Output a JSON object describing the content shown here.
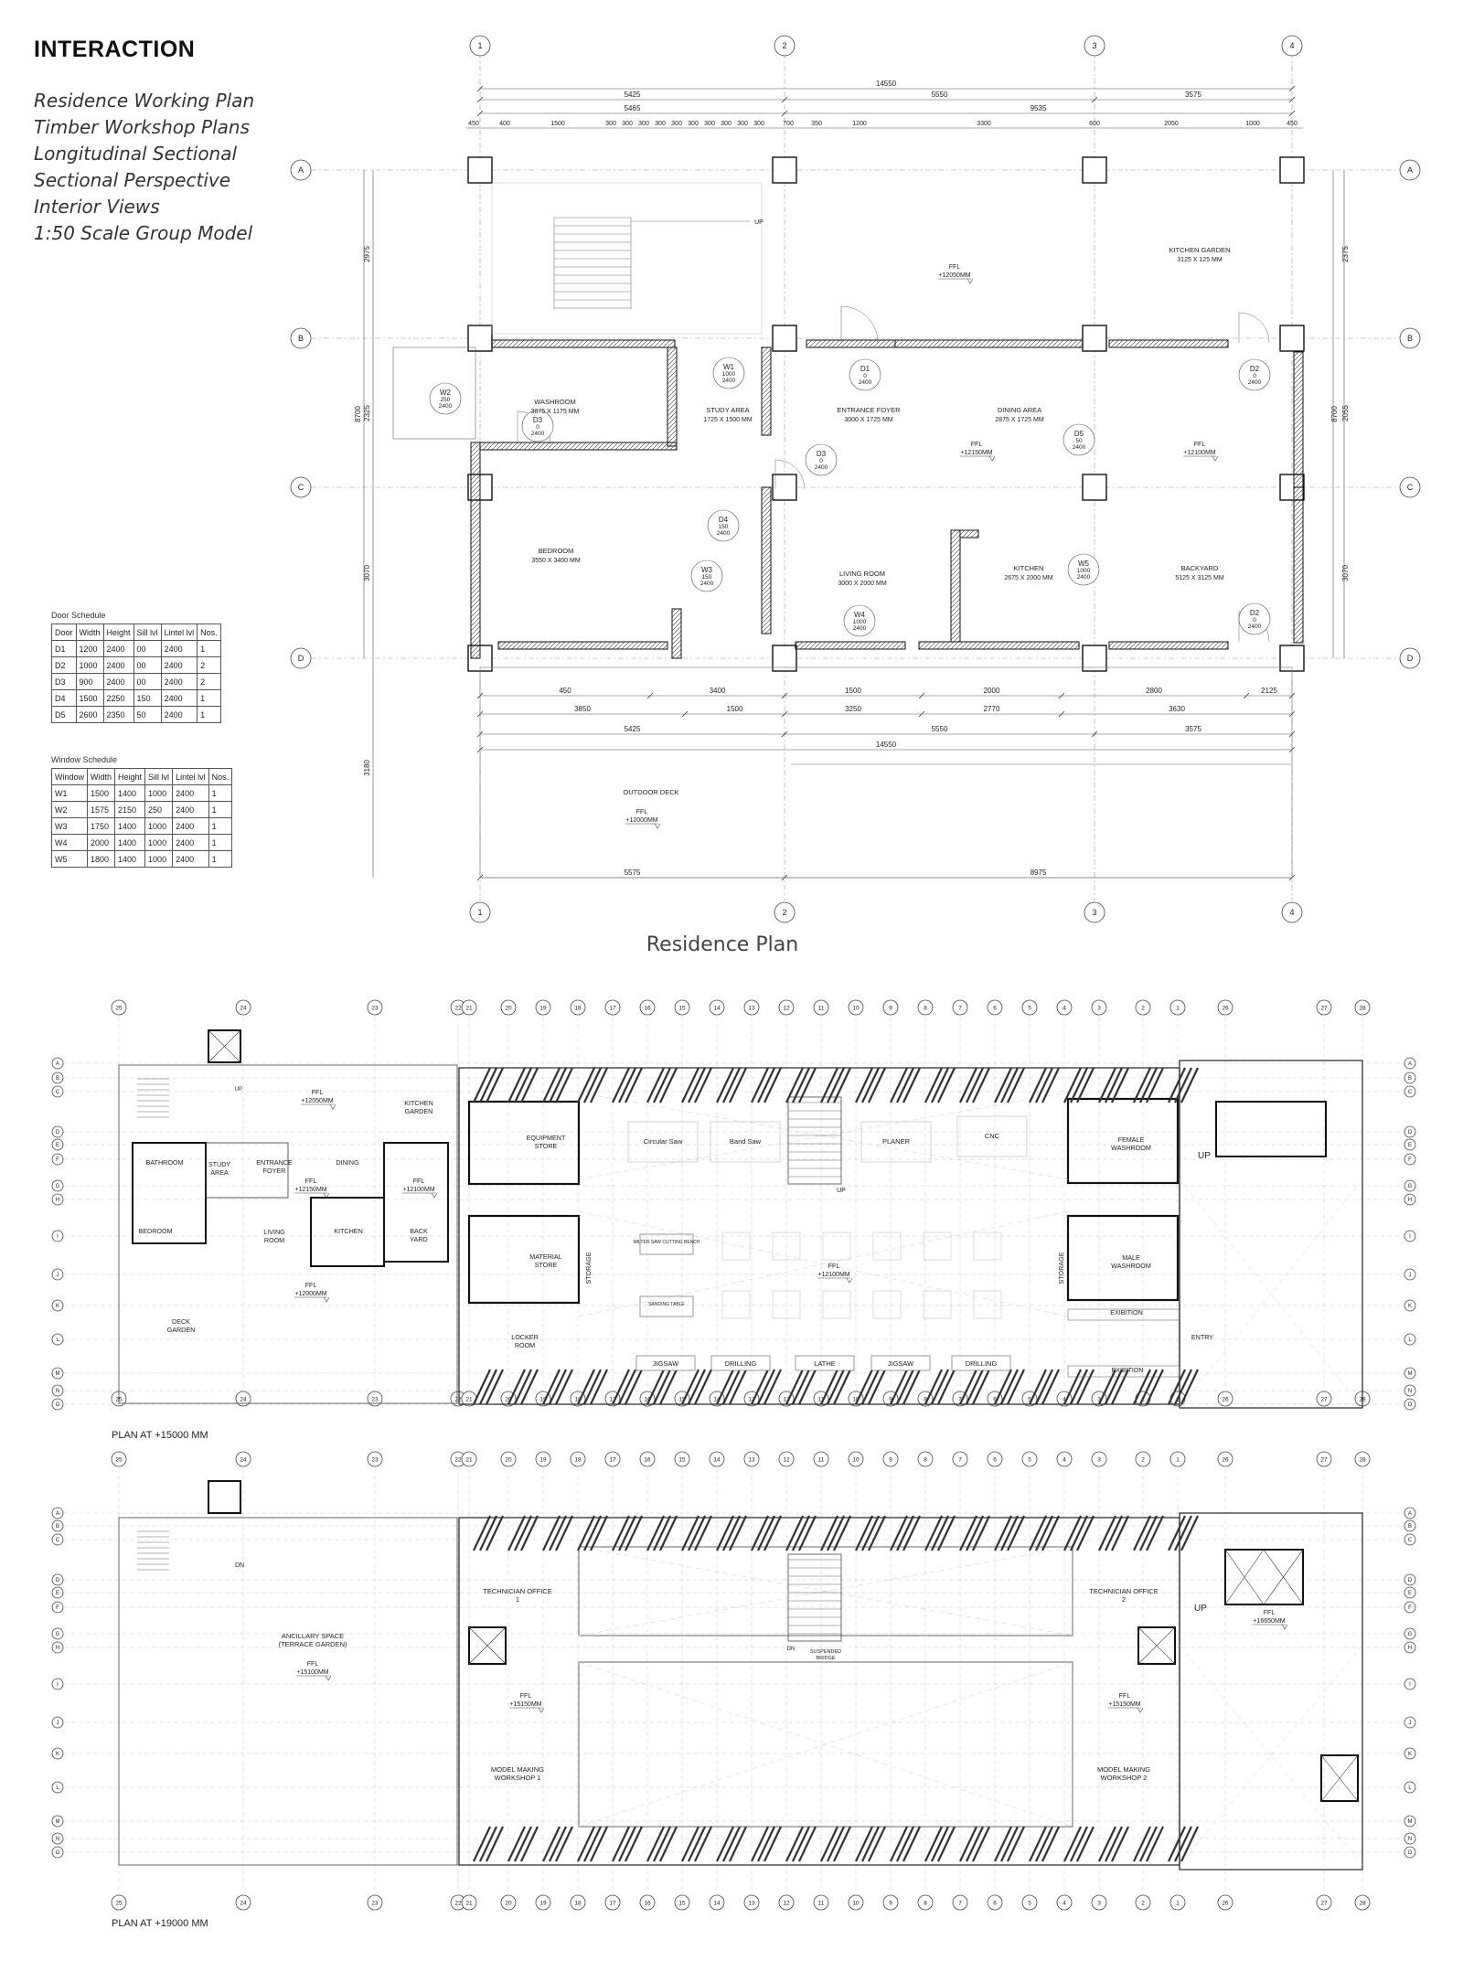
{
  "header": {
    "title": "INTERACTION"
  },
  "menu": {
    "items": [
      "Residence Working Plan",
      "Timber Workshop Plans",
      "Longitudinal Sectional",
      "Sectional Perspective",
      "Interior Views",
      "1:50 Scale Group Model"
    ]
  },
  "door_schedule": {
    "title": "Door Schedule",
    "headers": [
      "Door",
      "Width",
      "Height",
      "Sill lvl",
      "Lintel lvl",
      "Nos."
    ],
    "rows": [
      [
        "D1",
        "1200",
        "2400",
        "00",
        "2400",
        "1"
      ],
      [
        "D2",
        "1000",
        "2400",
        "00",
        "2400",
        "2"
      ],
      [
        "D3",
        "900",
        "2400",
        "00",
        "2400",
        "2"
      ],
      [
        "D4",
        "1500",
        "2250",
        "150",
        "2400",
        "1"
      ],
      [
        "D5",
        "2600",
        "2350",
        "50",
        "2400",
        "1"
      ]
    ]
  },
  "window_schedule": {
    "title": "Window Schedule",
    "headers": [
      "Window",
      "Width",
      "Height",
      "Sill lvl",
      "Lintel lvl",
      "Nos."
    ],
    "rows": [
      [
        "W1",
        "1500",
        "1400",
        "1000",
        "2400",
        "1"
      ],
      [
        "W2",
        "1575",
        "2150",
        "250",
        "2400",
        "1"
      ],
      [
        "W3",
        "1750",
        "1400",
        "1000",
        "2400",
        "1"
      ],
      [
        "W4",
        "2000",
        "1400",
        "1000",
        "2400",
        "1"
      ],
      [
        "W5",
        "1800",
        "1400",
        "1000",
        "2400",
        "1"
      ]
    ]
  },
  "residence_plan": {
    "caption": "Residence Plan",
    "col_grid": [
      "1",
      "2",
      "3",
      "4"
    ],
    "row_grid": [
      "A",
      "B",
      "C",
      "D"
    ],
    "top_dims": [
      "14550",
      "5425",
      "5550",
      "3575",
      "5465",
      "9535"
    ],
    "bottom_dims": [
      "3850",
      "1500",
      "3250",
      "2770",
      "3630",
      "14550",
      "5575",
      "8975"
    ],
    "left_dims": [
      "8700",
      "2975",
      "2325",
      "3070",
      "3180"
    ],
    "rooms": [
      {
        "name": "KITCHEN GARDEN",
        "size": "3125 X 125 MM"
      },
      {
        "name": "WASHROOM",
        "size": "3875 X 1175 MM"
      },
      {
        "name": "STUDY AREA",
        "size": "1725 X 1500 MM"
      },
      {
        "name": "ENTRANCE FOYER",
        "size": "3000 X 1725 MM"
      },
      {
        "name": "DINING AREA",
        "size": "2875 X 1725 MM"
      },
      {
        "name": "BEDROOM",
        "size": "3550 X 3400 MM"
      },
      {
        "name": "LIVING ROOM",
        "size": "3000 X 2000 MM"
      },
      {
        "name": "KITCHEN",
        "size": "2675 X 2000 MM"
      },
      {
        "name": "BACKYARD",
        "size": "5125 X 3125 MM"
      },
      {
        "name": "OUTDOOR DECK",
        "size": ""
      }
    ],
    "levels": [
      "FFL +12050MM",
      "FFL +12150MM",
      "FFL +12100MM",
      "FFL +12000MM"
    ],
    "tags": [
      "W1",
      "W2",
      "W3",
      "W4",
      "W5",
      "D1",
      "D2",
      "D3",
      "D4",
      "D5"
    ],
    "stair_label": "UP"
  },
  "plan_15000": {
    "caption": "PLAN AT +15000 MM",
    "rooms": [
      "KITCHEN GARDEN",
      "BATHROOM",
      "STUDY AREA",
      "ENTRANCE FOYER",
      "DINING",
      "BEDROOM",
      "LIVING ROOM",
      "KITCHEN",
      "BACK YARD",
      "DECK GARDEN",
      "EQUIPMENT STORE",
      "MATERIAL STORE",
      "LOCKER ROOM",
      "STORAGE",
      "FEMALE WASHROOM",
      "MALE WASHROOM",
      "EXIBITION",
      "ENTRY"
    ],
    "machines": [
      "Circular Saw",
      "Band Saw",
      "PLANER",
      "CNC",
      "JIGSAW",
      "DRILLING",
      "LATHE",
      "JIGSAW",
      "DRILLING"
    ],
    "benches": [
      "MILTER SAW CUTTING BENCH",
      "SANDING TABLE"
    ],
    "levels": [
      "FFL +12050MM",
      "FFL +12150MM",
      "FFL +12100MM",
      "FFL +12000MM",
      "FFL +12100MM"
    ],
    "labels": [
      "UP",
      "UP",
      "UP"
    ]
  },
  "plan_19000": {
    "caption": "PLAN AT +19000 MM",
    "rooms": [
      "ANCILLARY SPACE (TERRACE GARDEN)",
      "TECHNICIAN OFFICE 1",
      "TECHNICIAN OFFICE 2",
      "MODEL MAKING WORKSHOP 1",
      "MODEL MAKING WORKSHOP 2"
    ],
    "bridge": "SUSPENDED BRIDGE",
    "levels": [
      "FFL +15100MM",
      "FFL +15150MM",
      "FFL +15150MM",
      "FFL +16650MM"
    ],
    "labels": [
      "DN",
      "DN",
      "UP"
    ]
  },
  "workshop_grid": [
    "25",
    "24",
    "23",
    "22",
    "21",
    "20",
    "19",
    "18",
    "17",
    "16",
    "15",
    "14",
    "13",
    "12",
    "11",
    "10",
    "9",
    "8",
    "7",
    "6",
    "5",
    "4",
    "3",
    "2",
    "1",
    "26",
    "27",
    "28"
  ]
}
